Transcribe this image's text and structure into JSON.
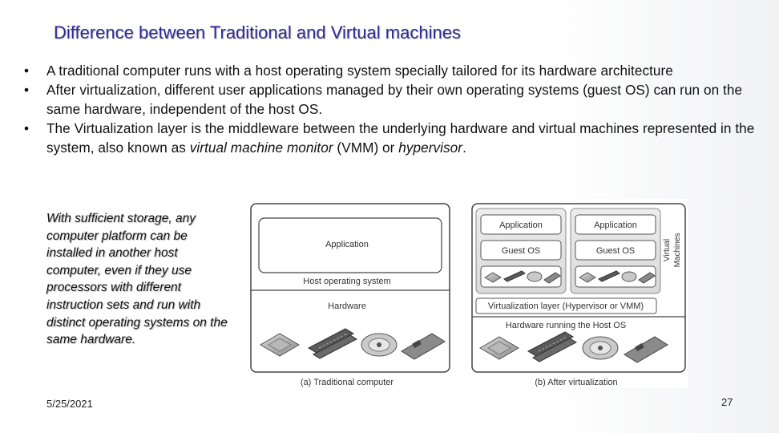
{
  "slide": {
    "title": "Difference between Traditional and Virtual machines",
    "bullets": [
      {
        "text": "A traditional computer runs with a host operating system specially tailored for its hardware architecture"
      },
      {
        "text": "After virtualization, different user applications managed by their own operating systems (guest OS) can run on the same hardware, independent of the host OS."
      },
      {
        "parts": [
          "The Virtualization layer is the middleware between the underlying hardware and virtual machines represented in the system, also known as ",
          "virtual machine monitor",
          " (VMM) or ",
          "hypervisor",
          "."
        ]
      }
    ],
    "note": "With sufficient storage, any computer platform can be installed in another host computer, even if they use processors with different instruction sets and run with distinct operating systems on the same hardware.",
    "date": "5/25/2021",
    "page": "27"
  },
  "figure": {
    "traditional": {
      "application": "Application",
      "host_os": "Host operating system",
      "hardware": "Hardware",
      "caption": "(a) Traditional computer"
    },
    "virtualized": {
      "vm1": {
        "application": "Application",
        "guest_os": "Guest OS"
      },
      "vm2": {
        "application": "Application",
        "guest_os": "Guest OS"
      },
      "vm_label_line1": "Virtual",
      "vm_label_line2": "Machines",
      "vmm_layer": "Virtualization layer (Hypervisor or VMM)",
      "hardware_host": "Hardware running the Host OS",
      "caption": "(b) After virtualization"
    }
  },
  "colors": {
    "title": "#2d2a94",
    "vm_panel": "#e3e3e3",
    "box_border": "#555555"
  }
}
